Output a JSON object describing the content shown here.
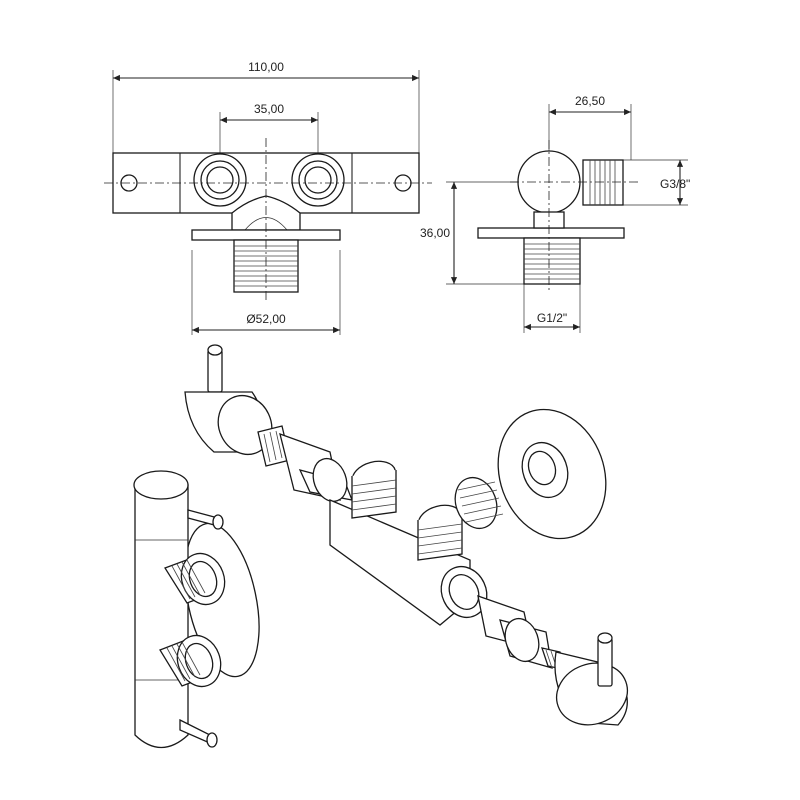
{
  "dimensions": {
    "overall_width": "110,00",
    "port_spacing": "35,00",
    "flange_diameter": "Ø52,00",
    "side_offset": "26,50",
    "height": "36,00",
    "thread_small": "G3/8\"",
    "thread_large": "G1/2\""
  }
}
